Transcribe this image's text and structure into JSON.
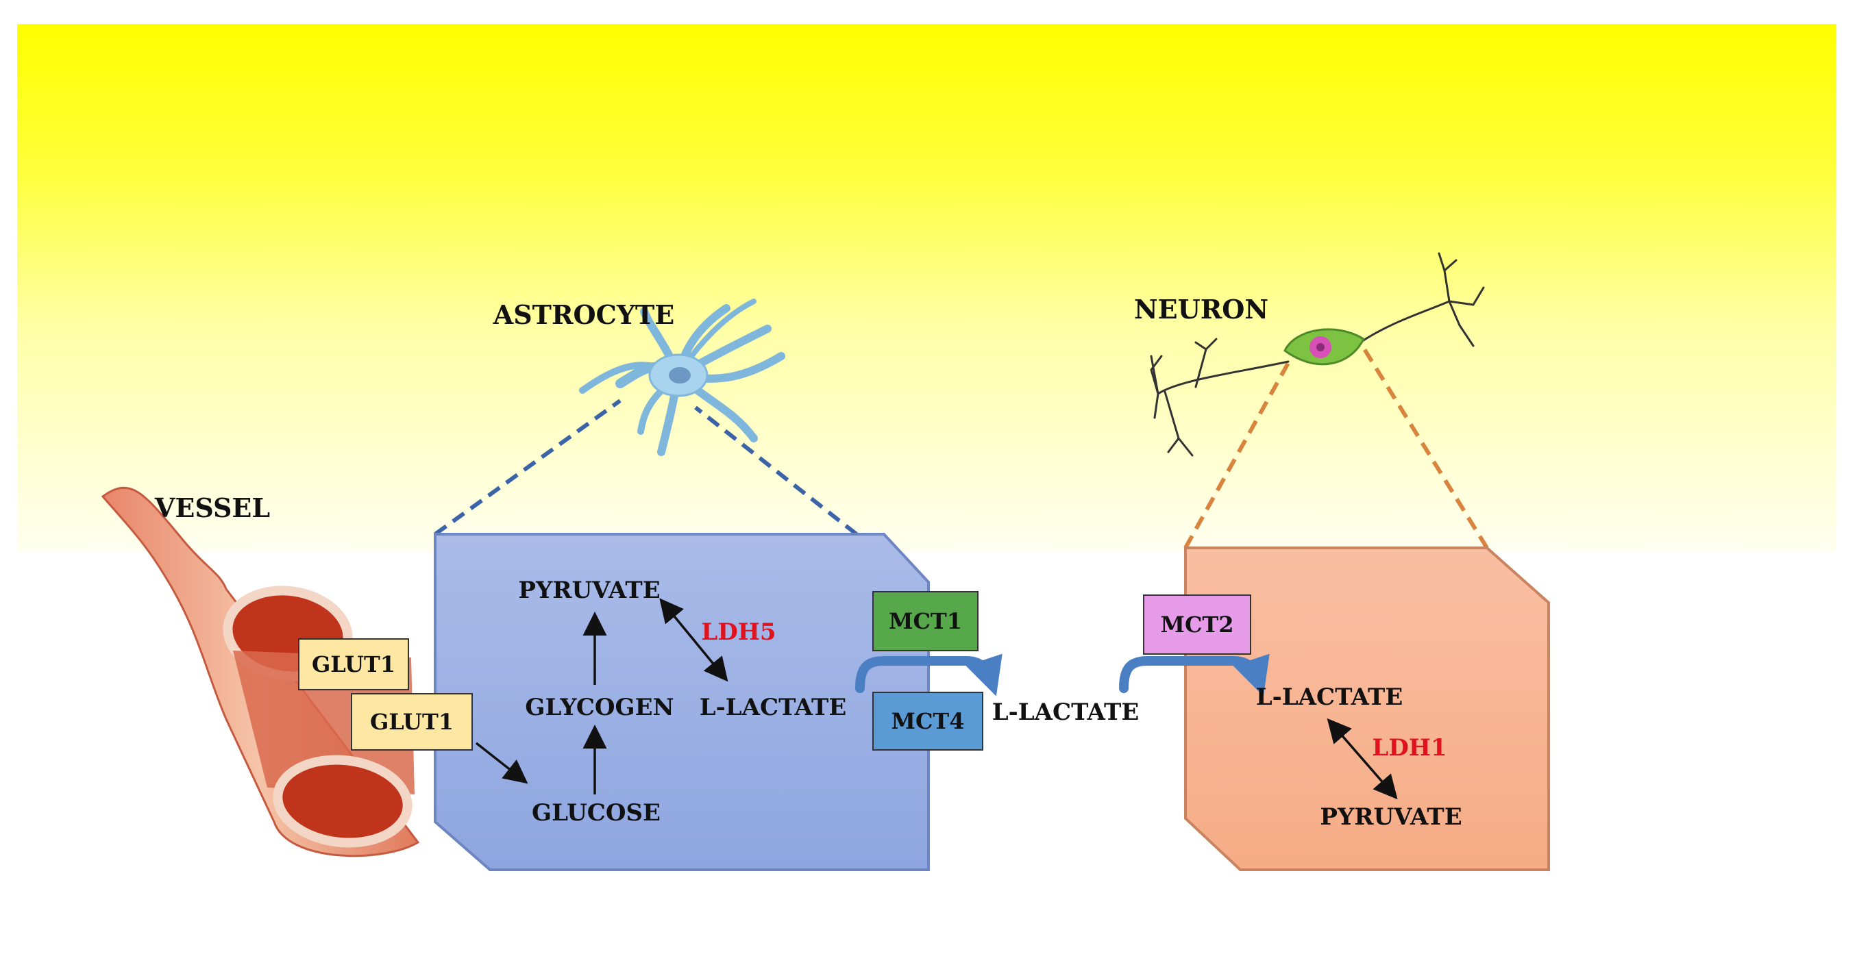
{
  "labels": {
    "vessel": "VESSEL",
    "astrocyte": "ASTROCYTE",
    "neuron": "NEURON",
    "astro_pyruvate": "PYRUVATE",
    "ldh5": "LDH5",
    "glycogen": "GLYCOGEN",
    "astro_lactate": "L-LACTATE",
    "glucose": "GLUCOSE",
    "extracellular_lactate": "L-LACTATE",
    "neuron_lactate": "L-LACTATE",
    "ldh1": "LDH1",
    "neuron_pyruvate": "PYRUVATE"
  },
  "transporters": {
    "glut1_a": "GLUT1",
    "glut1_b": "GLUT1",
    "mct1": "MCT1",
    "mct4": "MCT4",
    "mct2": "MCT2"
  },
  "colors": {
    "astrocyte_box": "#8fa8e0",
    "neuron_box": "#f7b08e",
    "astrocyte_cell": "#a9d4ee",
    "neuron_body": "#7ec242",
    "enzyme_text": "#e0121e",
    "flow_arrow": "#4a7fc4",
    "astro_dash": "#3a63a8",
    "neuron_dash": "#d9843e"
  }
}
